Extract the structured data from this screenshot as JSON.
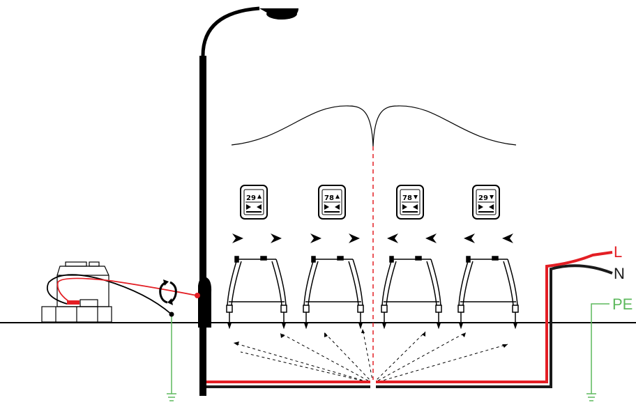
{
  "labels": {
    "live": "L",
    "neutral": "N",
    "earth": "PE"
  },
  "meters": [
    {
      "value": "29",
      "direction": "up"
    },
    {
      "value": "78",
      "direction": "up"
    },
    {
      "value": "78",
      "direction": "down"
    },
    {
      "value": "29",
      "direction": "down"
    }
  ],
  "arrows": [
    "right",
    "right",
    "right",
    "right",
    "left",
    "left",
    "left",
    "left"
  ],
  "colors": {
    "live": "#e31e24",
    "neutral": "#1a1a1a",
    "earth": "#5cb85c",
    "fault_marker": "#e31e24",
    "line": "#000000"
  },
  "icons": [
    "street-lamp-icon",
    "transmitter-case-icon",
    "clamp-icon",
    "a-frame-probe-icon",
    "ground-symbol-icon",
    "signal-meter-icon"
  ]
}
